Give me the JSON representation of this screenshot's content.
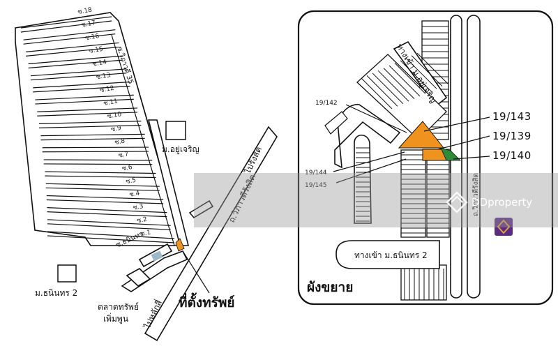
{
  "left_map": {
    "soi_labels": [
      "ซ.18",
      "ซ.17",
      "ซ.16",
      "ซ.15",
      "ซ.14",
      "ซ.13",
      "ซ.12",
      "ซ.11",
      "ซ.10",
      "ซ.9",
      "ซ.8",
      "ซ.7",
      "ซ.6",
      "ซ.5",
      "ซ.4",
      "ซ.3",
      "ซ.2",
      "ซ.1"
    ],
    "vibhavadi_soi": "ซ.วิภาวดี 35",
    "yucharoen_village": "ม.อยู่เจริญ",
    "road_vibhavadi": "ถ.วิภาวดีรังสิต",
    "to_rangsit": "ไปรังสิต",
    "tanin_soi": "ซ.ธนินทร",
    "tanin2_village": "ม.ธนินทร 2",
    "market_line1": "ตลาดทรัพย์",
    "market_line2": "เพิ่มพูน",
    "to_lak_si": "ไปหลักสี่",
    "property_location": "ที่ตั้งทรัพย์"
  },
  "right_map": {
    "entrance_yucharoen": "ทางเข้า ม.อยู่เจริญ",
    "entrance_tanin2": "ทางเข้า ม.ธนินทร 2",
    "road_vibhavadi": "ถ.วิภาวดีรังสิต",
    "expanded_plan": "ผังขยาย",
    "lot_labels": [
      "19/143",
      "19/139",
      "19/140"
    ],
    "small_lot_labels": [
      "19/142",
      "19/144",
      "19/145"
    ]
  },
  "watermark": {
    "brand": "DDproperty"
  },
  "colors": {
    "highlight_orange": "#F0931E",
    "highlight_green": "#2E8B3A",
    "watermark_band": "#9a9a9a",
    "bank_icon": "#5B2A82",
    "bank_icon_inner": "#D9A33A"
  }
}
